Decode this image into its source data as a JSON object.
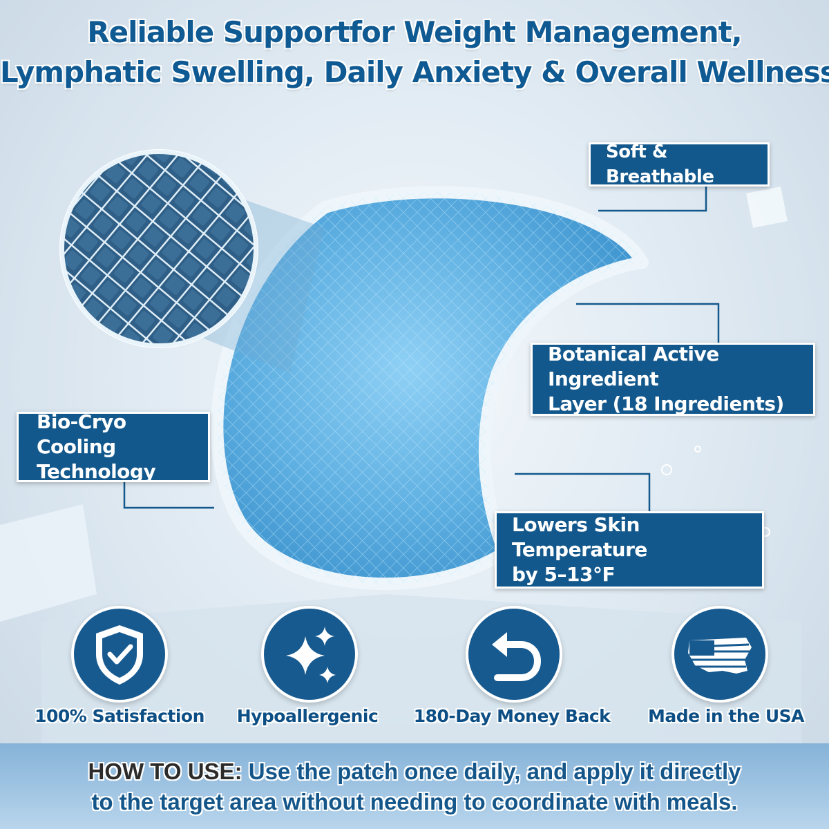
{
  "headline": {
    "line1": "Reliable Supportfor Weight Management,",
    "line2": "Lymphatic Swelling, Daily Anxiety & Overall Wellness"
  },
  "callouts": {
    "soft": "Soft & Breathable",
    "botanical_line1": "Botanical Active Ingredient",
    "botanical_line2": "Layer (18 Ingredients)",
    "cryo_line1": "Bio-Cryo Cooling",
    "cryo_line2": "Technology",
    "temp_line1": "Lowers Skin Temperature",
    "temp_line2": "by 5–13°F"
  },
  "badges": [
    {
      "label": "100% Satisfaction",
      "icon": "shield-check-icon"
    },
    {
      "label": "Hypoallergenic",
      "icon": "sparkles-icon"
    },
    {
      "label": "180-Day Money Back",
      "icon": "return-arrow-icon"
    },
    {
      "label": "Made in the USA",
      "icon": "usa-flag-map-icon"
    }
  ],
  "howto": {
    "lead": "HOW TO USE:",
    "line1_rest": "Use the patch once daily, and apply it  directly",
    "line2": "to the target area without needing to coordinate with meals."
  },
  "colors": {
    "brand_blue": "#13588c",
    "headline_blue": "#0f5a92",
    "patch_blue": "#6fb8e6"
  }
}
